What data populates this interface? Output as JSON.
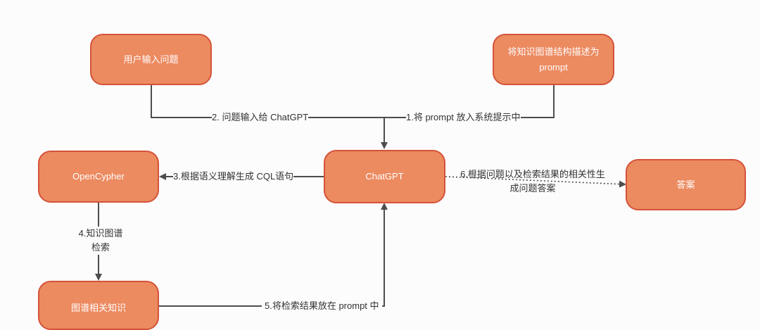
{
  "colors": {
    "node_fill": "#ec8a60",
    "node_border": "#d4533a",
    "node_text": "#ffffff",
    "edge": "#4d4d4d",
    "label_text": "#333333",
    "background": "#fcfcfc"
  },
  "nodes": {
    "user_input": "用户输入问题",
    "kg_prompt": "将知识图谱结构描述为 prompt",
    "opencypher": "OpenCypher",
    "chatgpt": "ChatGPT",
    "answer": "答案",
    "kg_knowledge": "图谱相关知识"
  },
  "edges": {
    "e1": "1.将 prompt 放入系统提示中",
    "e2": "2. 问题输入给 ChatGPT",
    "e3": "3.根据语义理解生成 CQL语句",
    "e4": "4.知识图谱检索",
    "e5": "5.将检索结果放在 prompt 中",
    "e6": "6.根据问题以及检索结果的相关性生成问题答案"
  }
}
